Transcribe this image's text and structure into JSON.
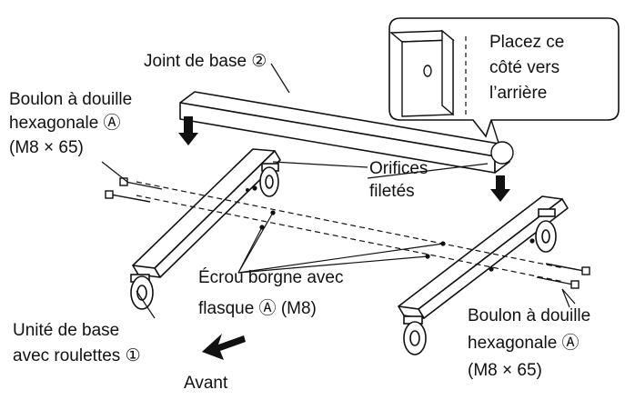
{
  "labels": {
    "joint": "Joint de base ②",
    "bolt_left": [
      "Boulon à douille",
      "hexagonale Ⓐ",
      "(M8 × 65)"
    ],
    "orifices": [
      "Orifices",
      "filetés"
    ],
    "nut": [
      "Écrou borgne avec",
      "flasque Ⓐ (M8)"
    ],
    "base_unit": [
      "Unité de base",
      "avec roulettes ①"
    ],
    "front": "Avant",
    "bolt_right": [
      "Boulon à douille",
      "hexagonale Ⓐ",
      "(M8 × 65)"
    ],
    "callout": [
      "Placez ce",
      "côté vers",
      "l’arrière"
    ]
  }
}
